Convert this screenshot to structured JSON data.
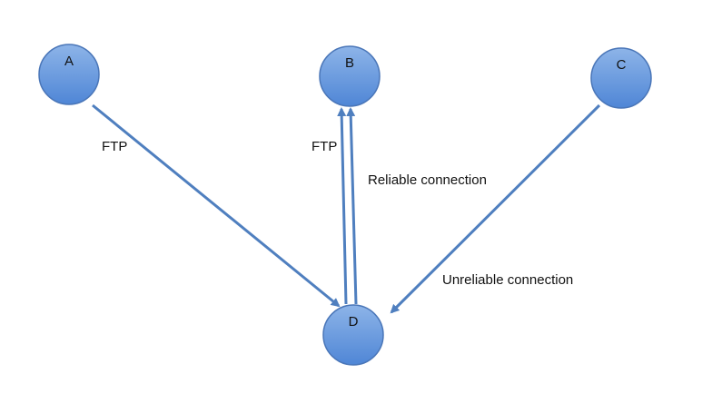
{
  "colors": {
    "node_fill_top": "#8db4e8",
    "node_fill_bottom": "#4f86d6",
    "node_stroke": "#4a76b8",
    "edge": "#4f7fbf"
  },
  "nodes": {
    "a": {
      "label": "A"
    },
    "b": {
      "label": "B"
    },
    "c": {
      "label": "C"
    },
    "d": {
      "label": "D"
    }
  },
  "edges": {
    "a_to_d": {
      "from": "A",
      "to": "D",
      "label": "FTP"
    },
    "d_to_b_1": {
      "from": "D",
      "to": "B",
      "label": "FTP"
    },
    "d_to_b_2": {
      "from": "D",
      "to": "B",
      "label": "Reliable connection"
    },
    "c_to_d": {
      "from": "C",
      "to": "D",
      "label": "Unreliable connection"
    }
  }
}
